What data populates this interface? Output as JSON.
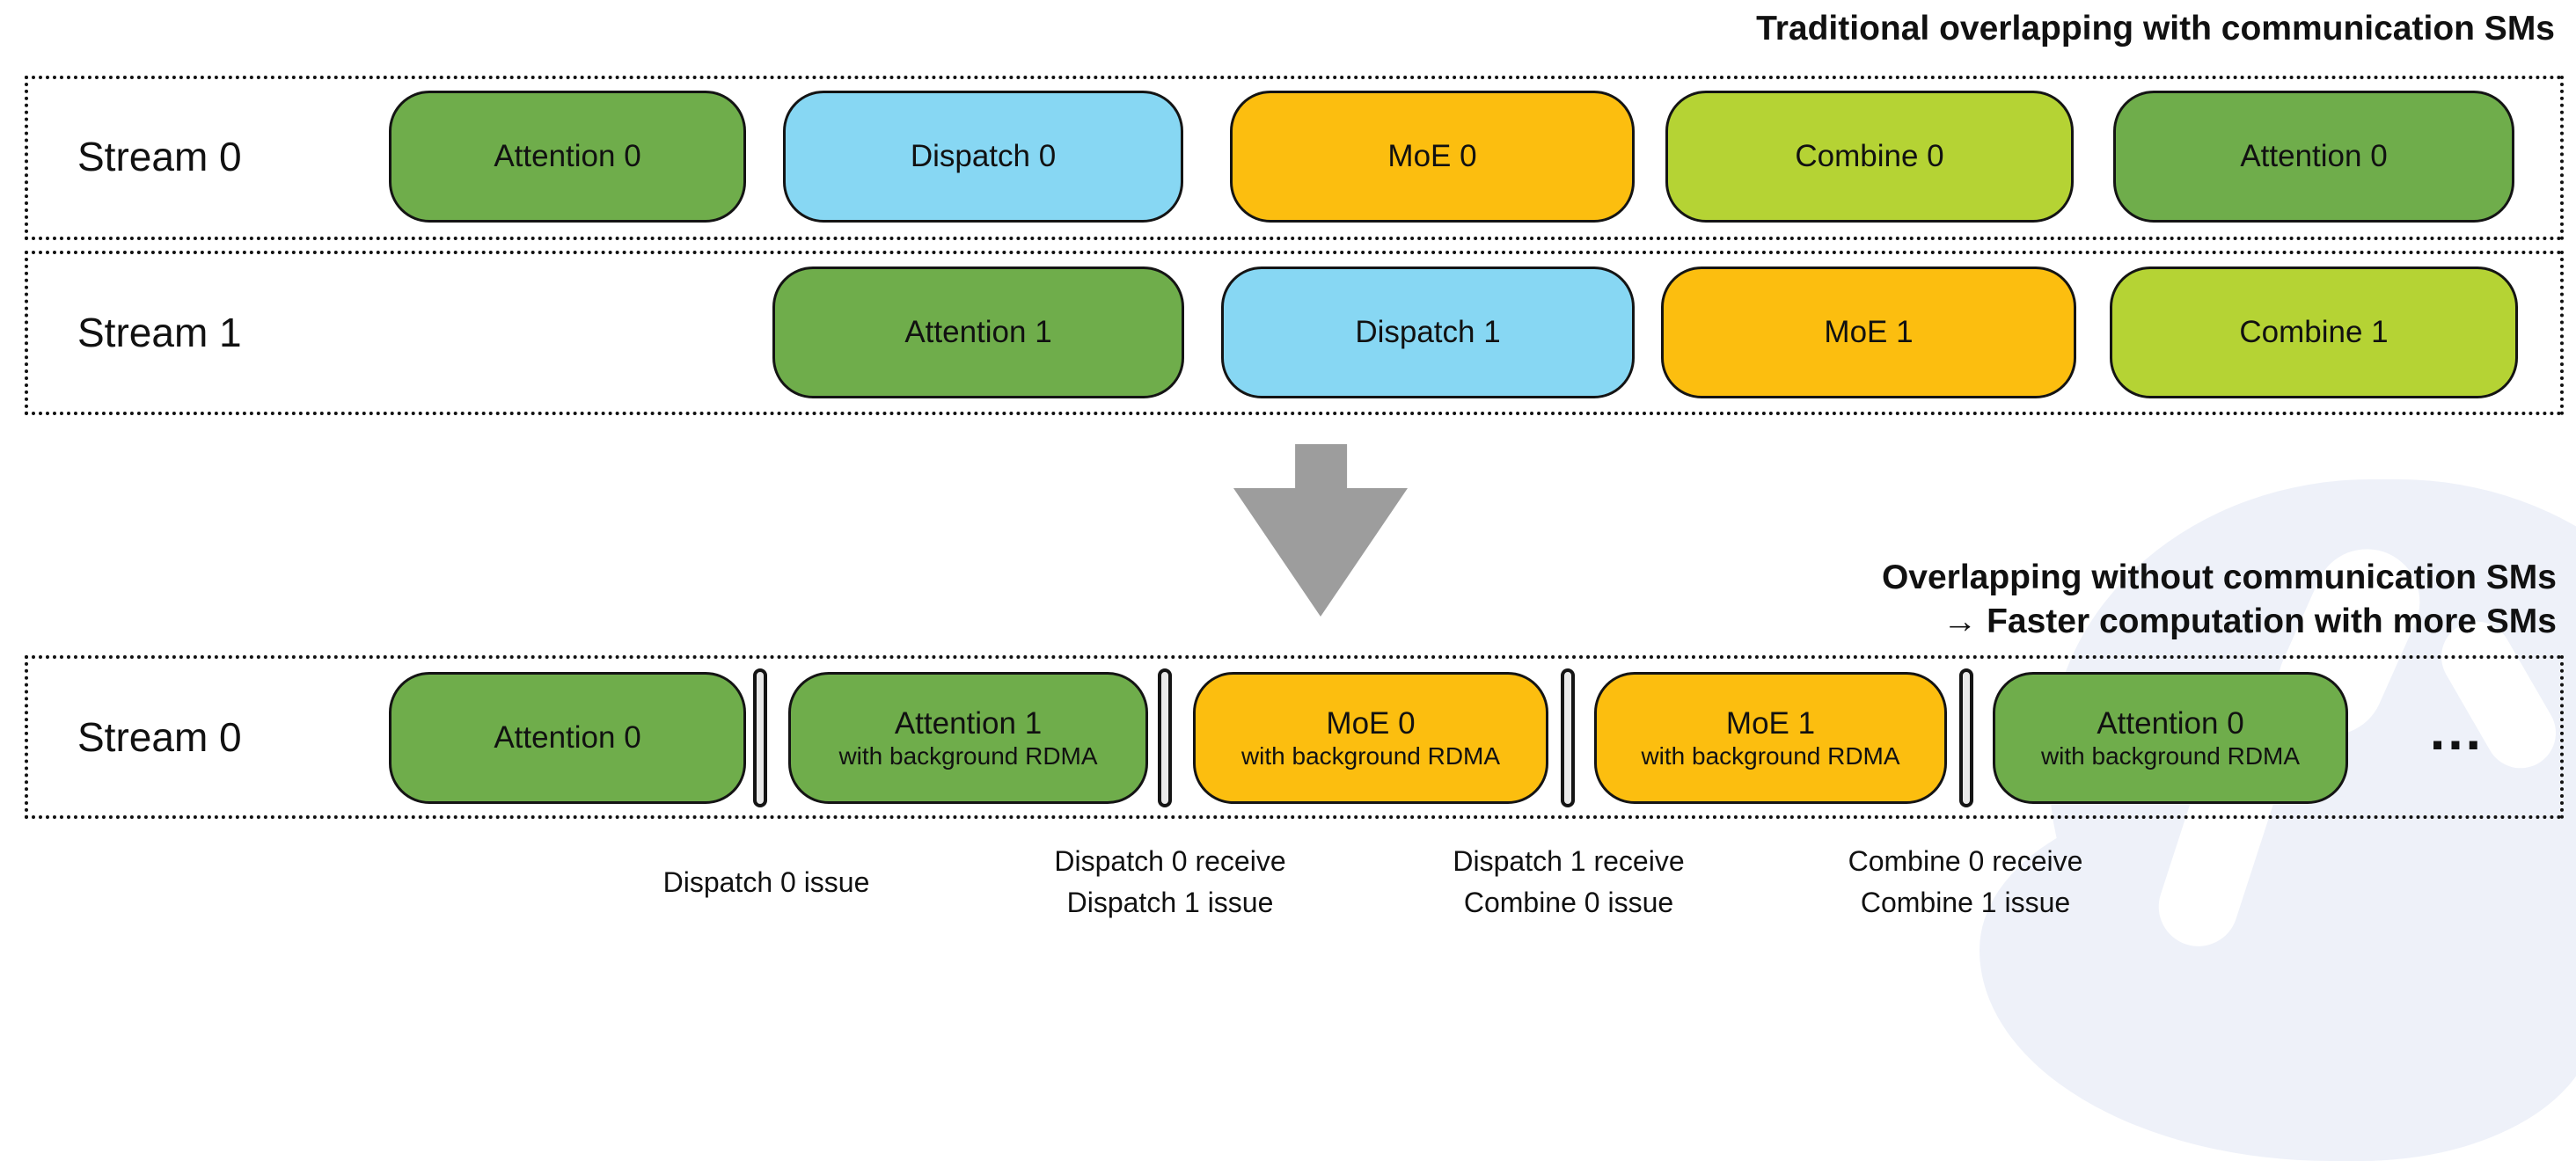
{
  "titles": {
    "traditional": "Traditional overlapping with communication SMs",
    "optimized_line1": "Overlapping without communication SMs",
    "optimized_line2": "→ Faster computation with more SMs"
  },
  "colors": {
    "attention_green": "#6fad4b",
    "dispatch_blue": "#87d7f3",
    "moe_orange": "#fcbe0f",
    "combine_lime": "#b5d334",
    "separator_fill": "#e9e9e9",
    "arrow_gray": "#9d9d9d",
    "watermark": "#eef1f9",
    "block_border": "#141414",
    "text": "#111111"
  },
  "rows": [
    {
      "name": "traditional-stream-0",
      "stream_label": "Stream 0",
      "blocks": [
        {
          "label": "Attention 0",
          "color": "green"
        },
        {
          "label": "Dispatch 0",
          "color": "blue"
        },
        {
          "label": "MoE 0",
          "color": "orange"
        },
        {
          "label": "Combine 0",
          "color": "lime"
        },
        {
          "label": "Attention 0",
          "color": "green"
        }
      ]
    },
    {
      "name": "traditional-stream-1",
      "stream_label": "Stream 1",
      "blocks": [
        {
          "label": "Attention 1",
          "color": "green"
        },
        {
          "label": "Dispatch 1",
          "color": "blue"
        },
        {
          "label": "MoE 1",
          "color": "orange"
        },
        {
          "label": "Combine 1",
          "color": "lime"
        }
      ]
    },
    {
      "name": "optimized-stream-0",
      "stream_label": "Stream 0",
      "ellipsis": "…",
      "blocks": [
        {
          "label": "Attention 0",
          "sublabel": "",
          "color": "green"
        },
        {
          "label": "Attention 1",
          "sublabel": "with background RDMA",
          "color": "green"
        },
        {
          "label": "MoE 0",
          "sublabel": "with background RDMA",
          "color": "orange"
        },
        {
          "label": "MoE 1",
          "sublabel": "with background RDMA",
          "color": "orange"
        },
        {
          "label": "Attention 0",
          "sublabel": "with background RDMA",
          "color": "green"
        }
      ]
    }
  ],
  "event_labels": [
    {
      "line1": "Dispatch 0 issue",
      "line2": ""
    },
    {
      "line1": "Dispatch 0 receive",
      "line2": "Dispatch 1 issue"
    },
    {
      "line1": "Dispatch 1 receive",
      "line2": "Combine 0 issue"
    },
    {
      "line1": "Combine 0 receive",
      "line2": "Combine 1 issue"
    }
  ]
}
